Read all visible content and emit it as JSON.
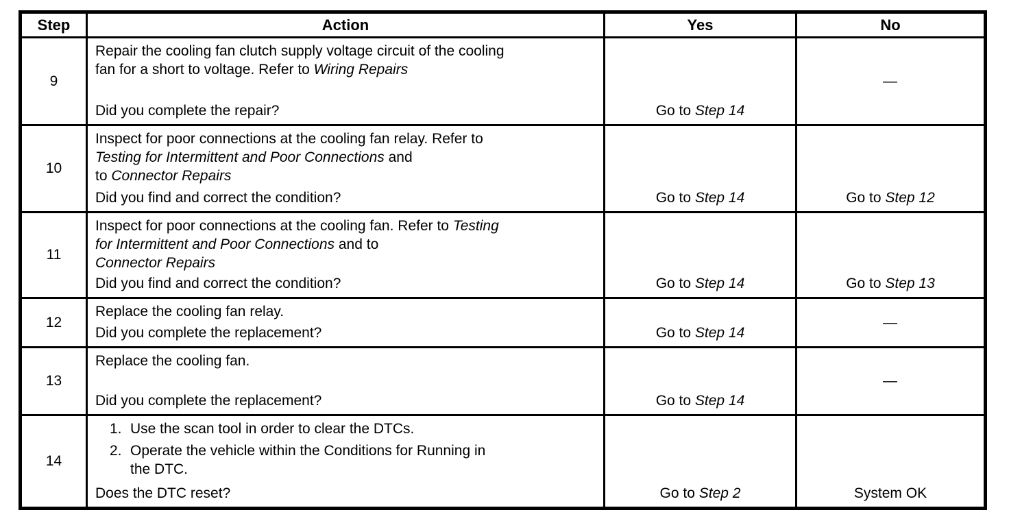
{
  "table": {
    "headers": [
      "Step",
      "Action",
      "Yes",
      "No"
    ],
    "rows": [
      {
        "step": "9",
        "action_lines": [
          [
            {
              "t": "Repair the cooling fan clutch supply voltage circuit of the cooling"
            }
          ],
          [
            {
              "t": "fan for a short to voltage. Refer to "
            },
            {
              "t": "Wiring Repairs",
              "i": true
            }
          ]
        ],
        "question": "Did you complete the repair?",
        "yes": {
          "placement": "bottom",
          "segments": [
            {
              "t": "Go to "
            },
            {
              "t": "Step 14",
              "i": true
            }
          ]
        },
        "no": {
          "placement": "middle",
          "segments": [
            {
              "t": "—"
            }
          ]
        }
      },
      {
        "step": "10",
        "action_lines": [
          [
            {
              "t": "Inspect for poor connections at the cooling fan relay. Refer to"
            }
          ],
          [
            {
              "t": "Testing for Intermittent and Poor Connections",
              "i": true
            },
            {
              "t": " and"
            }
          ],
          [
            {
              "t": "to "
            },
            {
              "t": "Connector Repairs",
              "i": true
            }
          ]
        ],
        "question": "Did you find and correct the condition?",
        "yes": {
          "placement": "bottom",
          "segments": [
            {
              "t": "Go to "
            },
            {
              "t": "Step 14",
              "i": true
            }
          ]
        },
        "no": {
          "placement": "bottom",
          "segments": [
            {
              "t": "Go to "
            },
            {
              "t": "Step 12",
              "i": true
            }
          ]
        }
      },
      {
        "step": "11",
        "action_lines": [
          [
            {
              "t": "Inspect for poor connections at the cooling fan. Refer to "
            },
            {
              "t": "Testing",
              "i": true
            }
          ],
          [
            {
              "t": "for Intermittent and Poor Connections",
              "i": true
            },
            {
              "t": " and to"
            }
          ],
          [
            {
              "t": "Connector Repairs",
              "i": true
            }
          ]
        ],
        "question": "Did you find and correct the condition?",
        "yes": {
          "placement": "bottom",
          "segments": [
            {
              "t": "Go to "
            },
            {
              "t": "Step 14",
              "i": true
            }
          ]
        },
        "no": {
          "placement": "bottom",
          "segments": [
            {
              "t": "Go to "
            },
            {
              "t": "Step 13",
              "i": true
            }
          ]
        }
      },
      {
        "step": "12",
        "action_lines": [
          [
            {
              "t": "Replace the cooling fan relay."
            }
          ]
        ],
        "question": "Did you complete the replacement?",
        "yes": {
          "placement": "bottom",
          "segments": [
            {
              "t": "Go to "
            },
            {
              "t": "Step 14",
              "i": true
            }
          ]
        },
        "no": {
          "placement": "middle",
          "segments": [
            {
              "t": "—"
            }
          ]
        }
      },
      {
        "step": "13",
        "action_lines": [
          [
            {
              "t": "Replace the cooling fan."
            }
          ]
        ],
        "question": "Did you complete the replacement?",
        "yes": {
          "placement": "bottom",
          "segments": [
            {
              "t": "Go to "
            },
            {
              "t": "Step 14",
              "i": true
            }
          ]
        },
        "no": {
          "placement": "middle",
          "segments": [
            {
              "t": "—"
            }
          ]
        }
      },
      {
        "step": "14",
        "action_list": [
          {
            "num": "1.",
            "lines": [
              "Use the scan tool in order to clear the DTCs."
            ]
          },
          {
            "num": "2.",
            "lines": [
              "Operate the vehicle within the Conditions for Running in",
              "the DTC."
            ]
          }
        ],
        "question": "Does the DTC reset?",
        "yes": {
          "placement": "bottom",
          "segments": [
            {
              "t": "Go to "
            },
            {
              "t": "Step 2",
              "i": true
            }
          ]
        },
        "no": {
          "placement": "bottom",
          "segments": [
            {
              "t": "System OK"
            }
          ]
        }
      }
    ]
  }
}
